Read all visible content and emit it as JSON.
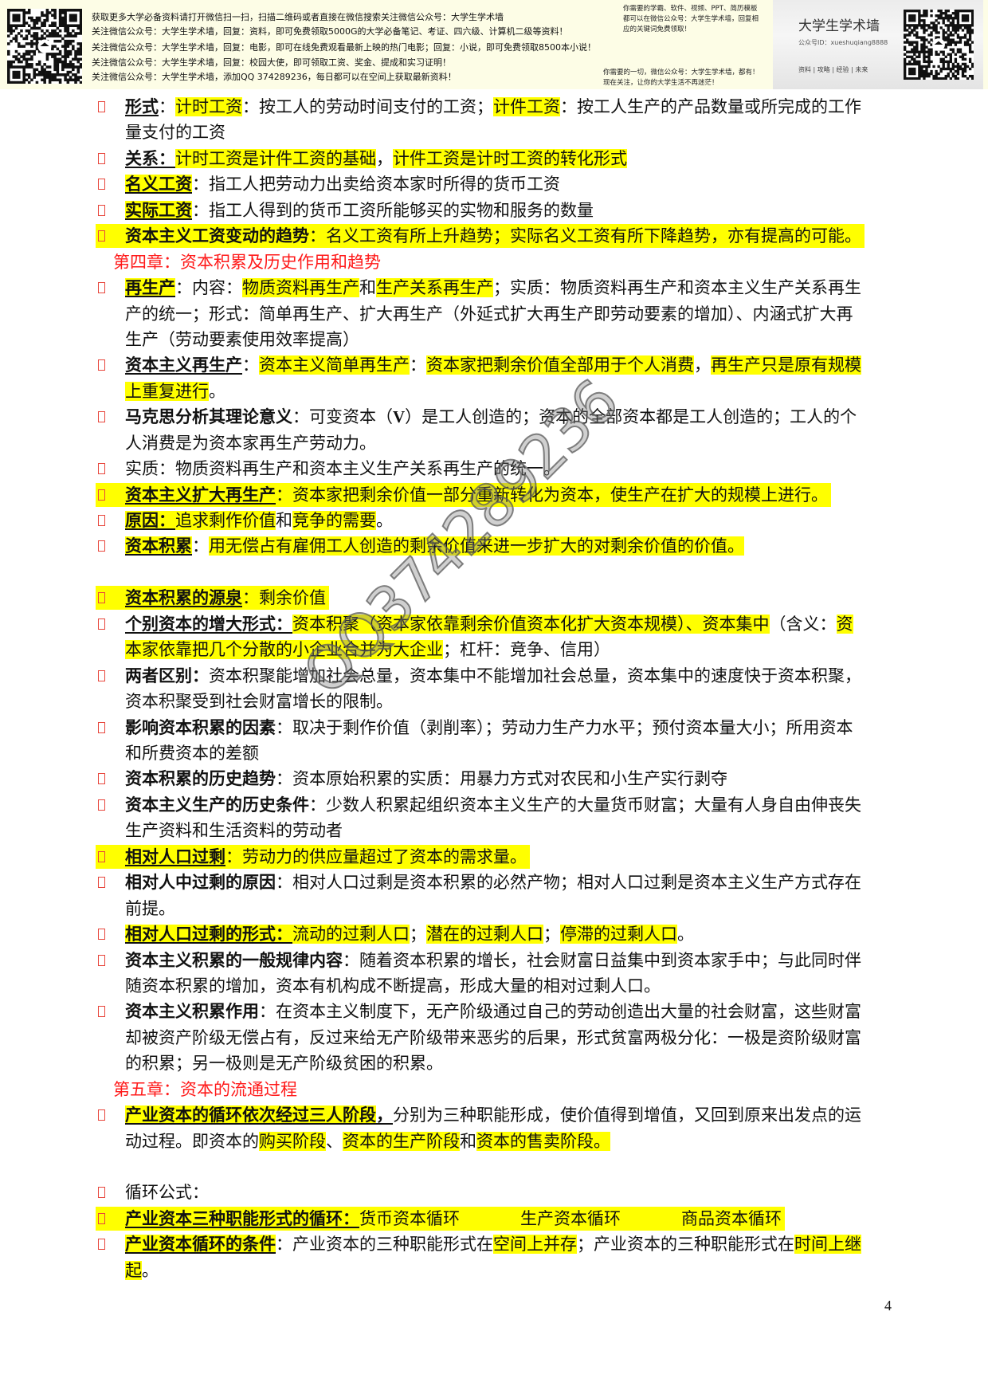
{
  "banner": {
    "left_lines": [
      "获取更多大学必备资料请打开微信扫一扫，扫描二维码或者直接在微信搜索关注微信公众号：大学生学术墙",
      "关注微信公众号：大学生学术墙，回复：资料，即可免费领取5000G的大学必备笔记、考证、四六级、计算机二级等资料！",
      "关注微信公众号：大学生学术墙，回复：电影，即可在线免费观看最新上映的热门电影；回复：小说，即可免费领取8500本小说！",
      "关注微信公众号：大学生学术墙，回复：校园大使，即可领取工资、奖金、提成和实习证明！",
      "关注微信公众号：大学生学术墙，添加QQ 374289236，每日都可以在空间上获取最新资料！"
    ],
    "mid_top_lines": [
      "你需要的学霸、软件、视频、PPT、简历模板",
      "都可以在微信公众号：大学生学术墙，回复相",
      "应的关键词免费领取！"
    ],
    "mid_bottom_lines": [
      "你需要的一切，微信公众号：大学生学术墙，都有！",
      "现在关注，让你的大学生活不再迷茫！"
    ],
    "panel_title": "大学生学术墙",
    "panel_sub": "公众号ID：xueshuqiang8888",
    "panel_nav": "资料 | 攻略 | 经验 | 未来"
  },
  "colors": {
    "highlight": "#ffff00",
    "heading": "#ff1a1a",
    "bullet": "#e8463c"
  },
  "bullet_icon": "missing-glyph-box",
  "lines": [
    {
      "bullet": true,
      "segs": [
        {
          "t": "形式",
          "s": "bu"
        },
        {
          "t": "：",
          "s": ""
        },
        {
          "t": "计时工资",
          "s": "h"
        },
        {
          "t": "：按工人的劳动时间支付的工资；",
          "s": ""
        },
        {
          "t": "计件工资",
          "s": "h"
        },
        {
          "t": "：按工人生产的产品数量或所完成的工作",
          "s": ""
        }
      ]
    },
    {
      "segs": [
        {
          "t": "量支付的工资",
          "s": ""
        }
      ]
    },
    {
      "bullet": true,
      "segs": [
        {
          "t": "关系：",
          "s": "bu"
        },
        {
          "t": "计时工资是计件工资的基础",
          "s": "h"
        },
        {
          "t": "，",
          "s": ""
        },
        {
          "t": "计件工资是计时工资的转化形式",
          "s": "h"
        }
      ]
    },
    {
      "bullet": true,
      "segs": [
        {
          "t": "名义工资",
          "s": "buh"
        },
        {
          "t": "：指工人把劳动力出卖给资本家时所得的货币工资",
          "s": ""
        }
      ]
    },
    {
      "bullet": true,
      "segs": [
        {
          "t": "实际工资",
          "s": "buh"
        },
        {
          "t": "：指工人得到的货币工资所能够买的实物和服务的数量",
          "s": ""
        }
      ]
    },
    {
      "bullet": true,
      "row_hl": true,
      "segs": [
        {
          "t": "资本主义工资变动的趋势",
          "s": "b"
        },
        {
          "t": "：",
          "s": ""
        },
        {
          "t": "名义工资有所上升趋势",
          "s": "h"
        },
        {
          "t": "；",
          "s": ""
        },
        {
          "t": "实际名义工资有所下降趋势，亦有提高的可能。",
          "s": "h"
        }
      ]
    },
    {
      "heading": "第四章：资本积累及历史作用和趋势"
    },
    {
      "bullet": true,
      "segs": [
        {
          "t": "再生产",
          "s": "buh"
        },
        {
          "t": "：内容：",
          "s": ""
        },
        {
          "t": "物质资料再生产",
          "s": "h"
        },
        {
          "t": "和",
          "s": ""
        },
        {
          "t": "生产关系再生产",
          "s": "h"
        },
        {
          "t": "；实质：物质资料再生产和资本主义生产关系再生",
          "s": ""
        }
      ]
    },
    {
      "segs": [
        {
          "t": "产的统一；形式：简单再生产、扩大再生产（外延式扩大再生产即劳动要素的增加）、内涵式扩大再",
          "s": ""
        }
      ]
    },
    {
      "segs": [
        {
          "t": "生产（劳动要素使用效率提高）",
          "s": ""
        }
      ]
    },
    {
      "bullet": true,
      "segs": [
        {
          "t": "资本主义再生产",
          "s": "bu"
        },
        {
          "t": "：",
          "s": ""
        },
        {
          "t": "资本主义简单再生产",
          "s": "h"
        },
        {
          "t": "：",
          "s": ""
        },
        {
          "t": "资本家把剩余价值全部用于个人消费",
          "s": "h"
        },
        {
          "t": "，",
          "s": ""
        },
        {
          "t": "再生产只是原有规模",
          "s": "h"
        }
      ]
    },
    {
      "segs": [
        {
          "t": "上重复进行",
          "s": "h"
        },
        {
          "t": "。",
          "s": ""
        }
      ]
    },
    {
      "bullet": true,
      "segs": [
        {
          "t": "马克思分析其理论意义",
          "s": "b"
        },
        {
          "t": "：可变资本（",
          "s": ""
        },
        {
          "t": "V",
          "s": "b"
        },
        {
          "t": "）是工人创造的；资本的全部资本都是工人创造的；工人的个",
          "s": ""
        }
      ]
    },
    {
      "segs": [
        {
          "t": "人消费是为资本家再生产劳动力。",
          "s": ""
        }
      ]
    },
    {
      "bullet": true,
      "segs": [
        {
          "t": "实质：物质资料再生产和资本主义生产关系再生产的统一。",
          "s": ""
        }
      ]
    },
    {
      "bullet": true,
      "row_hl": true,
      "segs": [
        {
          "t": "资本主义扩大再生产",
          "s": "bu"
        },
        {
          "t": "：",
          "s": ""
        },
        {
          "t": "资本家把剩余价值一部分重新转化为资本",
          "s": "h"
        },
        {
          "t": "，",
          "s": ""
        },
        {
          "t": "使生产在扩大的规模上进行。",
          "s": "h"
        }
      ]
    },
    {
      "bullet": true,
      "segs": [
        {
          "t": "原因：",
          "s": "buh"
        },
        {
          "t": "追求剩作价值",
          "s": "h"
        },
        {
          "t": "和",
          "s": ""
        },
        {
          "t": "竞争的需要",
          "s": "h"
        },
        {
          "t": "。",
          "s": ""
        }
      ]
    },
    {
      "bullet": true,
      "segs": [
        {
          "t": "资本积累",
          "s": "buh"
        },
        {
          "t": "：",
          "s": ""
        },
        {
          "t": "用无偿占有雇佣工人创造的剩余价值来进一步扩大的对剩余价值的价值。",
          "s": "h"
        }
      ]
    },
    {
      "segs": []
    },
    {
      "bullet": true,
      "row_hl": true,
      "segs": [
        {
          "t": "资本积累的源泉",
          "s": "bu"
        },
        {
          "t": "：",
          "s": ""
        },
        {
          "t": "剩余价值",
          "s": "h"
        }
      ]
    },
    {
      "bullet": true,
      "segs": [
        {
          "t": "个别资本的增大形式：",
          "s": "bu"
        },
        {
          "t": "资本积聚（资本家依靠剩余价值资本化扩大资本规模）、资本集中",
          "s": "h"
        },
        {
          "t": "（含义：",
          "s": ""
        },
        {
          "t": "资",
          "s": "h"
        }
      ]
    },
    {
      "segs": [
        {
          "t": "本家依靠把几个分散的小企业合并为大企业",
          "s": "h"
        },
        {
          "t": "；杠杆：竞争、信用）",
          "s": ""
        }
      ]
    },
    {
      "bullet": true,
      "segs": [
        {
          "t": "两者区别：",
          "s": "b"
        },
        {
          "t": "资本积聚能增加社会总量，资本集中不能增加社会总量，资本集中的速度快于资本积聚，",
          "s": ""
        }
      ]
    },
    {
      "segs": [
        {
          "t": "资本积聚受到社会财富增长的限制。",
          "s": ""
        }
      ]
    },
    {
      "bullet": true,
      "segs": [
        {
          "t": "影响资本积累的因素",
          "s": "b"
        },
        {
          "t": "：取决于剩作价值（剥削率）；劳动力生产力水平；预付资本量大小；所用资本",
          "s": ""
        }
      ]
    },
    {
      "segs": [
        {
          "t": "和所费资本的差额",
          "s": ""
        }
      ]
    },
    {
      "bullet": true,
      "segs": [
        {
          "t": "资本积累的历史趋势",
          "s": "b"
        },
        {
          "t": "：资本原始积累的实质：用暴力方式对农民和小生产实行剥夺",
          "s": ""
        }
      ]
    },
    {
      "bullet": true,
      "segs": [
        {
          "t": "资本主义生产的历史条件",
          "s": "b"
        },
        {
          "t": "：少数人积累起组织资本主义生产的大量货币财富；大量有人身自由伸丧失",
          "s": ""
        }
      ]
    },
    {
      "segs": [
        {
          "t": "生产资料和生活资料的劳动者",
          "s": ""
        }
      ]
    },
    {
      "bullet": true,
      "row_hl": true,
      "segs": [
        {
          "t": "相对人口过剩",
          "s": "bu"
        },
        {
          "t": "：劳动力的供应量超过了资本的需求量。",
          "s": ""
        }
      ]
    },
    {
      "bullet": true,
      "segs": [
        {
          "t": "相对人中过剩的原因",
          "s": "b"
        },
        {
          "t": "：相对人口过剩是资本积累的必然产物；相对人口过剩是资本主义生产方式存在",
          "s": ""
        }
      ]
    },
    {
      "segs": [
        {
          "t": "前提。",
          "s": ""
        }
      ]
    },
    {
      "bullet": true,
      "segs": [
        {
          "t": "相对人口过剩的形式：",
          "s": "buh"
        },
        {
          "t": "流动的过剩人口",
          "s": "h"
        },
        {
          "t": "；",
          "s": ""
        },
        {
          "t": "潜在的过剩人口",
          "s": "h"
        },
        {
          "t": "；",
          "s": ""
        },
        {
          "t": "停滞的过剩人口",
          "s": "h"
        },
        {
          "t": "。",
          "s": ""
        }
      ]
    },
    {
      "bullet": true,
      "segs": [
        {
          "t": "资本主义积累的一般规律内容",
          "s": "b"
        },
        {
          "t": "：随着资本积累的增长，社会财富日益集中到资本家手中；与此同时伴",
          "s": ""
        }
      ]
    },
    {
      "segs": [
        {
          "t": "随资本积累的增加，资本有机构成不断提高，形成大量的相对过剩人口。",
          "s": ""
        }
      ]
    },
    {
      "bullet": true,
      "segs": [
        {
          "t": "资本主义积累作用",
          "s": "b"
        },
        {
          "t": "：在资本主义制度下，无产阶级通过自己的劳动创造出大量的社会财富，这些财富",
          "s": ""
        }
      ]
    },
    {
      "segs": [
        {
          "t": "却被资产阶级无偿占有，反过来给无产阶级带来恶劣的后果，形式贫富两极分化：一极是资阶级财富",
          "s": ""
        }
      ]
    },
    {
      "segs": [
        {
          "t": "的积累；另一极则是无产阶级贫困的积累。",
          "s": ""
        }
      ]
    },
    {
      "heading": "第五章：资本的流通过程"
    },
    {
      "bullet": true,
      "segs": [
        {
          "t": "产业资本的循环依次经过三人阶段",
          "s": "buh"
        },
        {
          "t": "，",
          "s": "bu"
        },
        {
          "t": "分别为三种职能形成，使价值得到增值，又回到原来出发点的运",
          "s": ""
        }
      ]
    },
    {
      "segs": [
        {
          "t": "动过程。即资本的",
          "s": ""
        },
        {
          "t": "购买阶段",
          "s": "h"
        },
        {
          "t": "、",
          "s": ""
        },
        {
          "t": "资本的生产阶段",
          "s": "h"
        },
        {
          "t": "和",
          "s": ""
        },
        {
          "t": "资本的售卖阶段。",
          "s": "h"
        }
      ]
    },
    {
      "segs": []
    },
    {
      "bullet": true,
      "segs": [
        {
          "t": "循环公式：",
          "s": ""
        }
      ]
    },
    {
      "bullet": true,
      "row_hl": true,
      "segs": [
        {
          "t": "产业资本三种职能形式的循环：",
          "s": "bu"
        },
        {
          "t": "货币资本循环",
          "s": "h"
        },
        {
          "gap": true
        },
        {
          "t": "生产资本循环",
          "s": "h"
        },
        {
          "gap": true
        },
        {
          "t": "商品资本循环",
          "s": "h"
        }
      ]
    },
    {
      "bullet": true,
      "segs": [
        {
          "t": "产业资本循环的条件",
          "s": "buh"
        },
        {
          "t": "：产业资本的三种职能形式在",
          "s": ""
        },
        {
          "t": "空间上并存",
          "s": "h"
        },
        {
          "t": "；产业资本的三种职能形式在",
          "s": ""
        },
        {
          "t": "时间上继",
          "s": "h"
        }
      ]
    },
    {
      "segs": [
        {
          "t": "起",
          "s": "h"
        },
        {
          "t": "。",
          "s": ""
        }
      ]
    }
  ],
  "watermark": "QQ374289236",
  "page_number": "4"
}
